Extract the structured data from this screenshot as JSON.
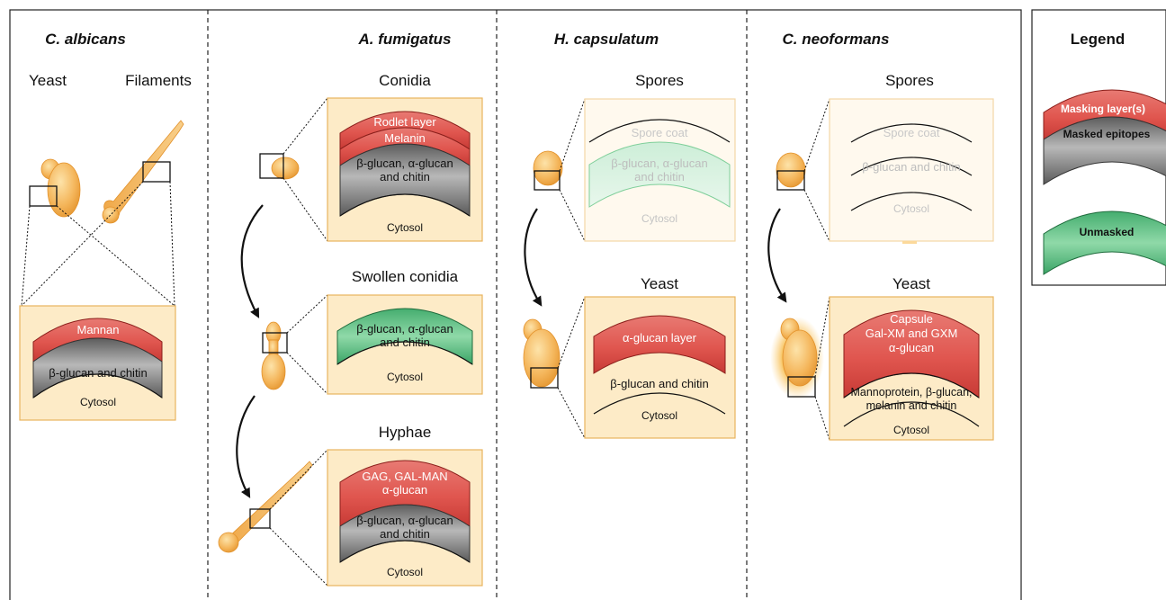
{
  "colors": {
    "masking_red": "#e25f5b",
    "masking_red_dark": "#c93a37",
    "masked_gray": "#9a9a9a",
    "masked_gray_dark": "#5e5e5e",
    "unmasked_green": "#69c88e",
    "unmasked_green_dark": "#3aa466",
    "cell_orange": "#f3b45a",
    "cell_orange_dark": "#e3962a",
    "panel_bg": "#fdebc7",
    "panel_border": "#e8b35e"
  },
  "species": {
    "albicans": "C. albicans",
    "fumigatus": "A. fumigatus",
    "capsulatum": "H. capsulatum",
    "neoformans": "C. neoformans"
  },
  "albicans": {
    "yeast": "Yeast",
    "filaments": "Filaments",
    "layer1": "Mannan",
    "layer2": "β-glucan and chitin",
    "cytosol": "Cytosol"
  },
  "fumigatus": {
    "conidia": {
      "title": "Conidia",
      "layer1": "Rodlet layer",
      "layer2": "Melanin",
      "layer3_line1": "β-glucan, α-glucan",
      "layer3_line2": "and chitin",
      "cytosol": "Cytosol"
    },
    "swollen": {
      "title": "Swollen conidia",
      "layer1_line1": "β-glucan, α-glucan",
      "layer1_line2": "and chitin",
      "cytosol": "Cytosol"
    },
    "hyphae": {
      "title": "Hyphae",
      "layer1_line1": "GAG, GAL-MAN",
      "layer1_line2": "α-glucan",
      "layer2_line1": "β-glucan, α-glucan",
      "layer2_line2": "and chitin",
      "cytosol": "Cytosol"
    }
  },
  "capsulatum": {
    "spores": {
      "title": "Spores",
      "coat": "Spore coat",
      "layer_line1": "β-glucan, α-glucan",
      "layer_line2": "and chitin",
      "cytosol": "Cytosol"
    },
    "yeast": {
      "title": "Yeast",
      "layer1": "α-glucan layer",
      "layer2": "β-glucan and chitin",
      "cytosol": "Cytosol"
    }
  },
  "neoformans": {
    "spores": {
      "title": "Spores",
      "coat": "Spore coat",
      "layer": "β-glucan and chitin",
      "cytosol": "Cytosol"
    },
    "yeast": {
      "title": "Yeast",
      "capsule_line1": "Capsule",
      "capsule_line2": "Gal-XM and GXM",
      "capsule_line3": "α-glucan",
      "wall_line1": "Mannoprotein, β-glucan,",
      "wall_line2": "melanin and chitin",
      "cytosol": "Cytosol"
    }
  },
  "legend": {
    "title": "Legend",
    "masking": "Masking layer(s)",
    "masked": "Masked epitopes",
    "unmasked": "Unmasked"
  }
}
